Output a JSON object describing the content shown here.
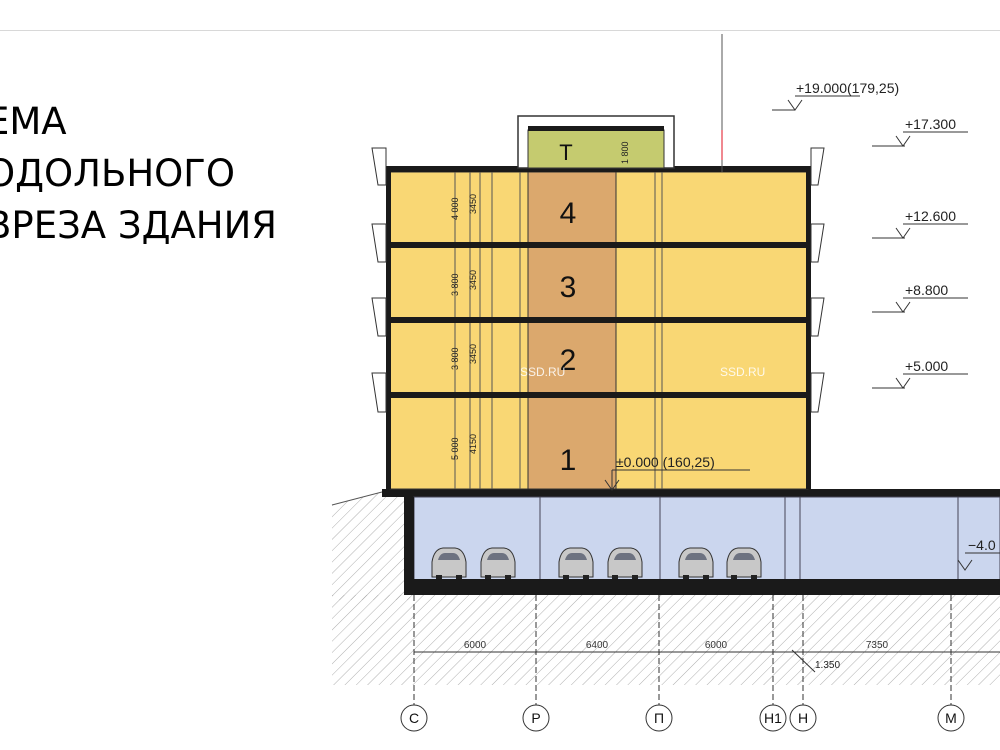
{
  "title": {
    "line1": "ЕМА",
    "line2": "ОДОЛЬНОГО",
    "line3": "ВРЕЗА ЗДАНИЯ"
  },
  "floors": [
    "1",
    "2",
    "3",
    "4"
  ],
  "tech_floor": "Т",
  "elevations": {
    "top": "+19.000(179,25)",
    "roof": "+17.300",
    "l4": "+12.600",
    "l3": "+8.800",
    "l2": "+5.000",
    "zero": "±0.000  (160,25)",
    "basement": "−4.0",
    "foundation": "1.350"
  },
  "floor_heights": [
    {
      "total": "4 000",
      "clear": "3450"
    },
    {
      "total": "3 800",
      "clear": "3450"
    },
    {
      "total": "3 800",
      "clear": "3450"
    },
    {
      "total": "5 000",
      "clear": "4150"
    }
  ],
  "tech_height": "1 800",
  "spans": [
    "6000",
    "6400",
    "6000",
    "7350"
  ],
  "axes": [
    "С",
    "Р",
    "П",
    "Н1",
    "Н",
    "М"
  ],
  "watermark": "SSD.RU",
  "colors": {
    "floor_fill": "#f9d774",
    "core_fill": "#dba86d",
    "tech_fill": "#c5cb6f",
    "basement_fill": "#cbd6ee",
    "slab": "#1a1a1a"
  }
}
